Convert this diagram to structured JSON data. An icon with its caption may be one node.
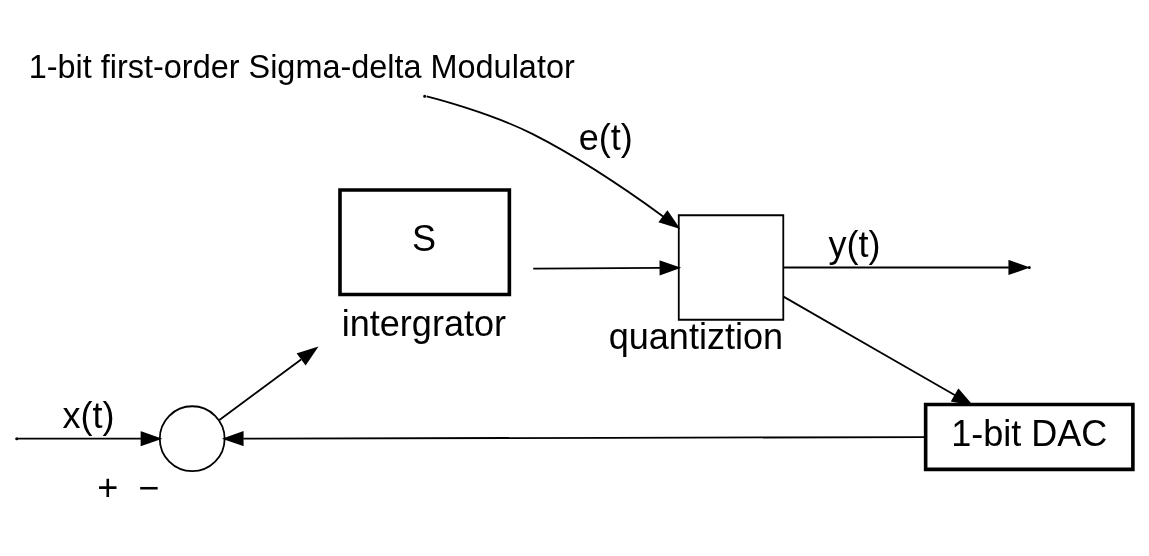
{
  "diagram": {
    "title": "1-bit first-order Sigma-delta Modulator",
    "nodes": [
      {
        "text": [],
        "shape": "circle",
        "beside": [
          "+",
          "−"
        ]
      },
      {
        "text": [
          "S"
        ],
        "beside": [
          "intergrator"
        ]
      },
      {
        "text": [],
        "shape": "box",
        "beside": [
          "quantiztion"
        ]
      },
      {
        "text": [
          "1-bit DAC"
        ]
      }
    ],
    "edges": [
      {
        "from": null,
        "to": 0,
        "arrow": "to",
        "label": "x(t)"
      },
      {
        "from": 0,
        "to": 1,
        "arrow": "to"
      },
      {
        "from": 1,
        "to": 2,
        "arrow": "to"
      },
      {
        "from": null,
        "to": 2,
        "arrow": "to",
        "label": "e(t)"
      },
      {
        "from": 2,
        "to": null,
        "arrow": "to",
        "label": "y(t)"
      },
      {
        "from": 2,
        "to": 3,
        "arrow": "to"
      },
      {
        "from": 3,
        "to": 0,
        "arrow": "to"
      }
    ]
  }
}
